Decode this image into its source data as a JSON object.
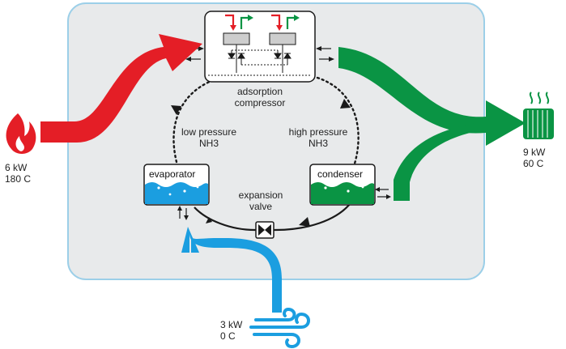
{
  "colors": {
    "heat_red": "#e41e26",
    "green": "#0a9444",
    "blue": "#1b9ee0",
    "panel_fill": "#e8eaeb",
    "panel_border": "#9ccfe8",
    "loop_line": "#1a1a1a",
    "module_gray": "#cdcdcd"
  },
  "heat_source": {
    "icon": "flame-icon",
    "power": "6 kW",
    "temperature": "180 C"
  },
  "heat_output": {
    "icon": "radiator-icon",
    "power": "9 kW",
    "temperature": "60 C"
  },
  "ambient_source": {
    "icon": "wind-icon",
    "power": "3 kW",
    "temperature": "0 C"
  },
  "compressor": {
    "label_line1": "adsorption",
    "label_line2": "compressor"
  },
  "evaporator": {
    "label": "evaporator"
  },
  "condenser": {
    "label": "condenser"
  },
  "expansion_valve": {
    "label_line1": "expansion",
    "label_line2": "valve"
  },
  "low_pressure": {
    "line1": "low pressure",
    "line2": "NH3"
  },
  "high_pressure": {
    "line1": "high pressure",
    "line2": "NH3"
  }
}
